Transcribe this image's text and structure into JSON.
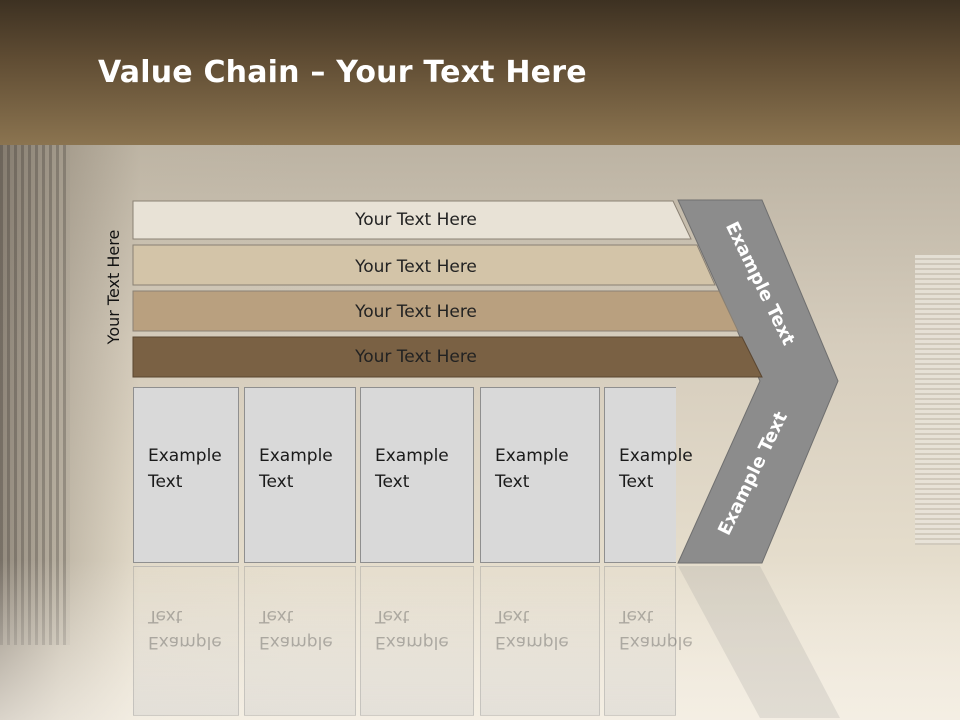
{
  "slide": {
    "title_bold": "Value Chain",
    "title_rest": " – Your Text Here"
  },
  "side_label": "Your Text Here",
  "bars": [
    {
      "label": "Your Text Here",
      "color": "#e8e2d6"
    },
    {
      "label": "Your Text Here",
      "color": "#d3c4a8"
    },
    {
      "label": "Your Text Here",
      "color": "#b9a07f"
    },
    {
      "label": "Your Text Here",
      "color": "#7a6144"
    }
  ],
  "boxes": [
    {
      "line1": "Example",
      "line2": "Text"
    },
    {
      "line1": "Example",
      "line2": "Text"
    },
    {
      "line1": "Example",
      "line2": "Text"
    },
    {
      "line1": "Example",
      "line2": "Text"
    },
    {
      "line1": "Example",
      "line2": "Text"
    }
  ],
  "chevron": {
    "upper_label": "Example Text",
    "lower_label": "Example Text",
    "color": "#8c8c8c"
  }
}
